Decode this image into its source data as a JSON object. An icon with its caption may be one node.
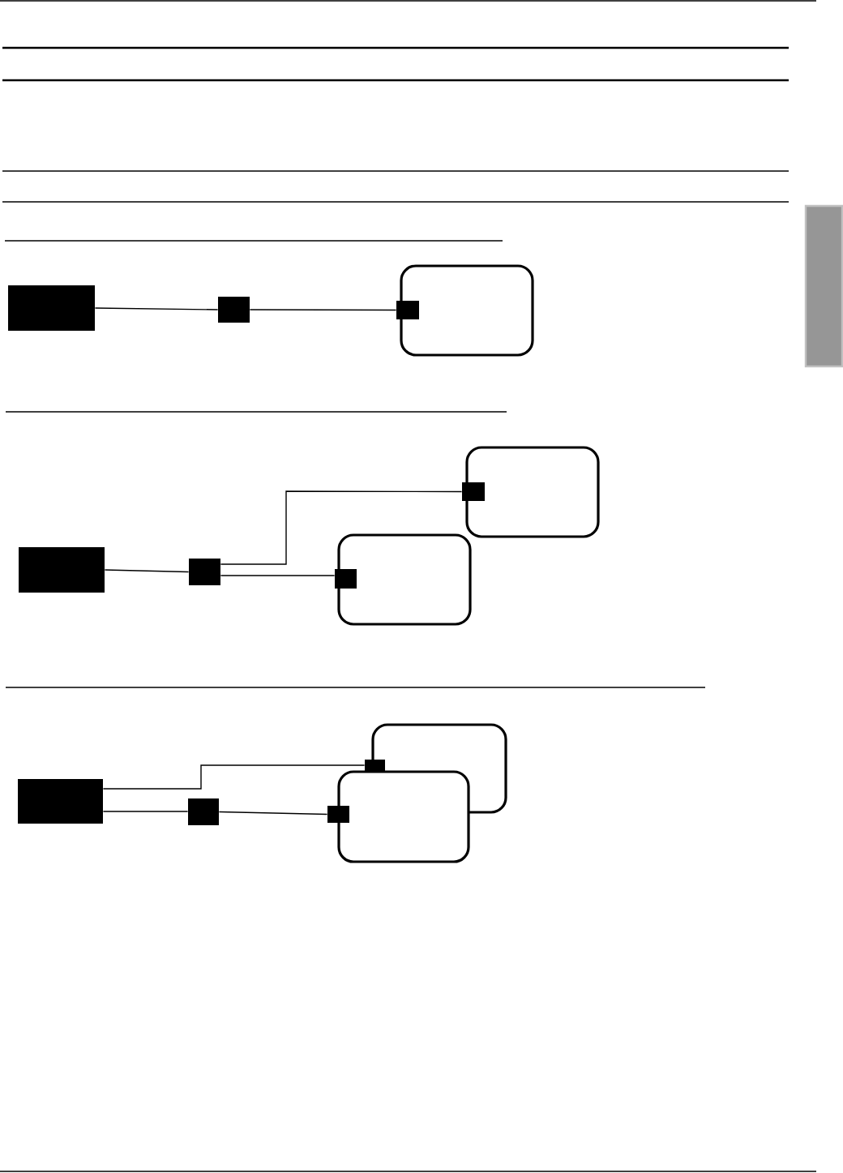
{
  "diagram": {
    "nodes": [
      {
        "text": [],
        "shape": "block"
      },
      {
        "text": [],
        "shape": "block"
      },
      {
        "text": [],
        "shape": "box"
      },
      {
        "text": [],
        "shape": "block"
      },
      {
        "text": [],
        "shape": "block"
      },
      {
        "text": [],
        "shape": "block"
      },
      {
        "text": [],
        "shape": "box"
      },
      {
        "text": [],
        "shape": "block"
      },
      {
        "text": [],
        "shape": "box"
      },
      {
        "text": [],
        "shape": "block"
      },
      {
        "text": [],
        "shape": "block"
      },
      {
        "text": [],
        "shape": "block"
      },
      {
        "text": [],
        "shape": "box"
      },
      {
        "text": [],
        "shape": "block"
      },
      {
        "text": [],
        "shape": "box"
      },
      {
        "text": [],
        "shape": "block"
      }
    ],
    "edges": [
      {
        "from": 0,
        "to": 1,
        "arrow": "none"
      },
      {
        "from": 1,
        "to": 3,
        "arrow": "none"
      },
      {
        "from": 4,
        "to": 5,
        "arrow": "none"
      },
      {
        "from": 5,
        "to": 7,
        "arrow": "none"
      },
      {
        "from": 5,
        "to": 9,
        "arrow": "none"
      },
      {
        "from": 10,
        "to": 13,
        "arrow": "none"
      },
      {
        "from": 10,
        "to": 11,
        "arrow": "none"
      },
      {
        "from": 11,
        "to": 15,
        "arrow": "none"
      }
    ]
  }
}
